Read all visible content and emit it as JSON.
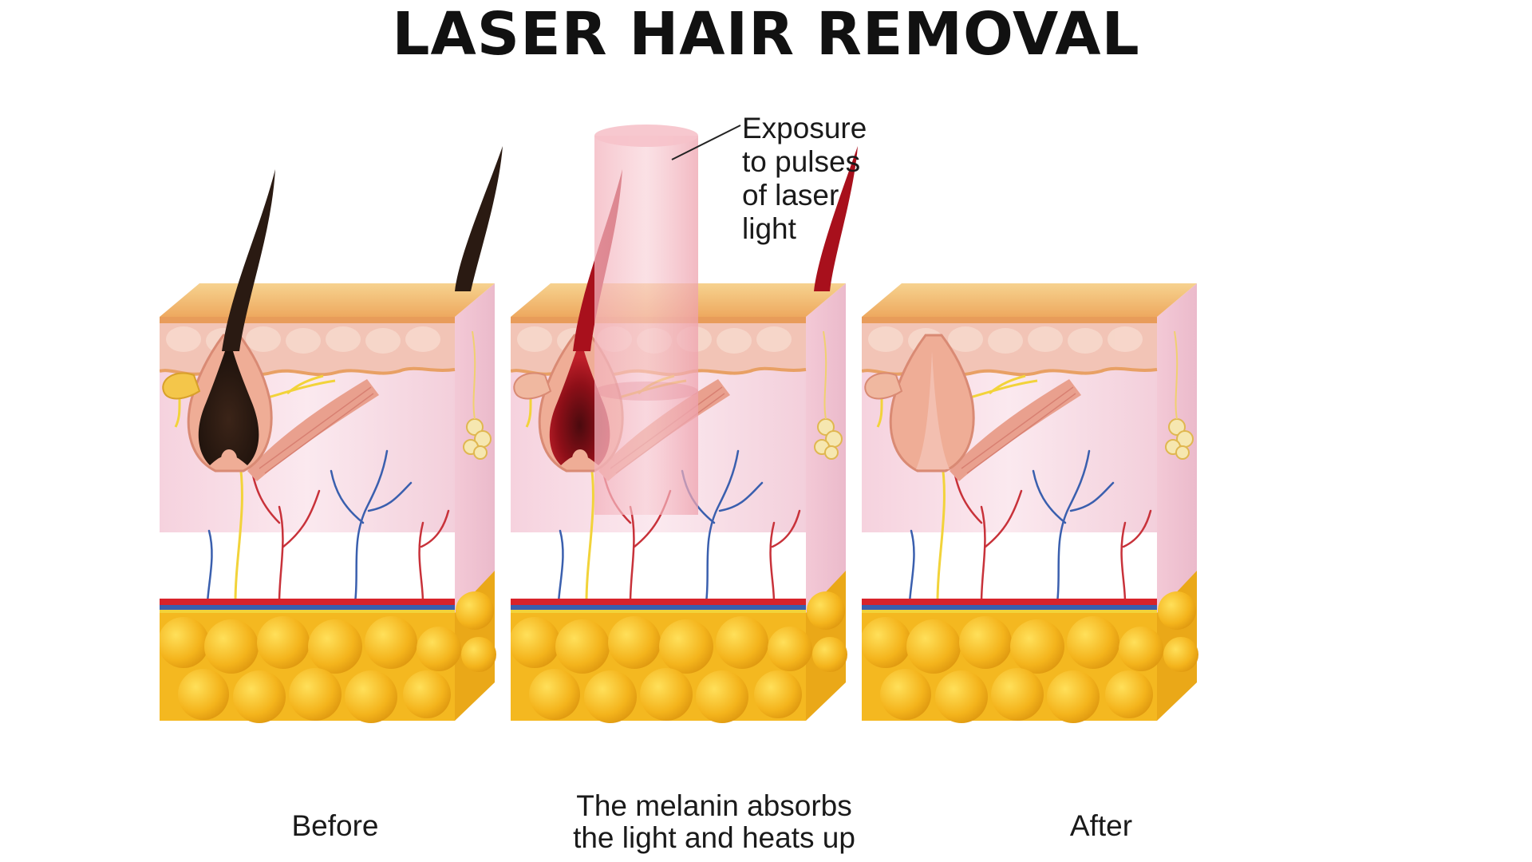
{
  "title": "LASER HAIR REMOVAL",
  "captions": {
    "before": "Before",
    "melanin_line1": "The melanin absorbs",
    "melanin_line2": "the light and heats up",
    "after": "After"
  },
  "callout": {
    "lines": [
      "Exposure",
      "to pulses",
      "of laser",
      "light"
    ]
  },
  "colors": {
    "skin_top": "#f2b874",
    "epidermis": "#f1c3b4",
    "dermis": "#f8dde6",
    "fat": "#f4b820",
    "hair_dark": "#2a1a12",
    "hair_heated": "#a8101c",
    "laser_beam": "#f0a8b4",
    "artery": "#d8232a",
    "vein": "#3a5fae",
    "nerve": "#f2d33a"
  }
}
